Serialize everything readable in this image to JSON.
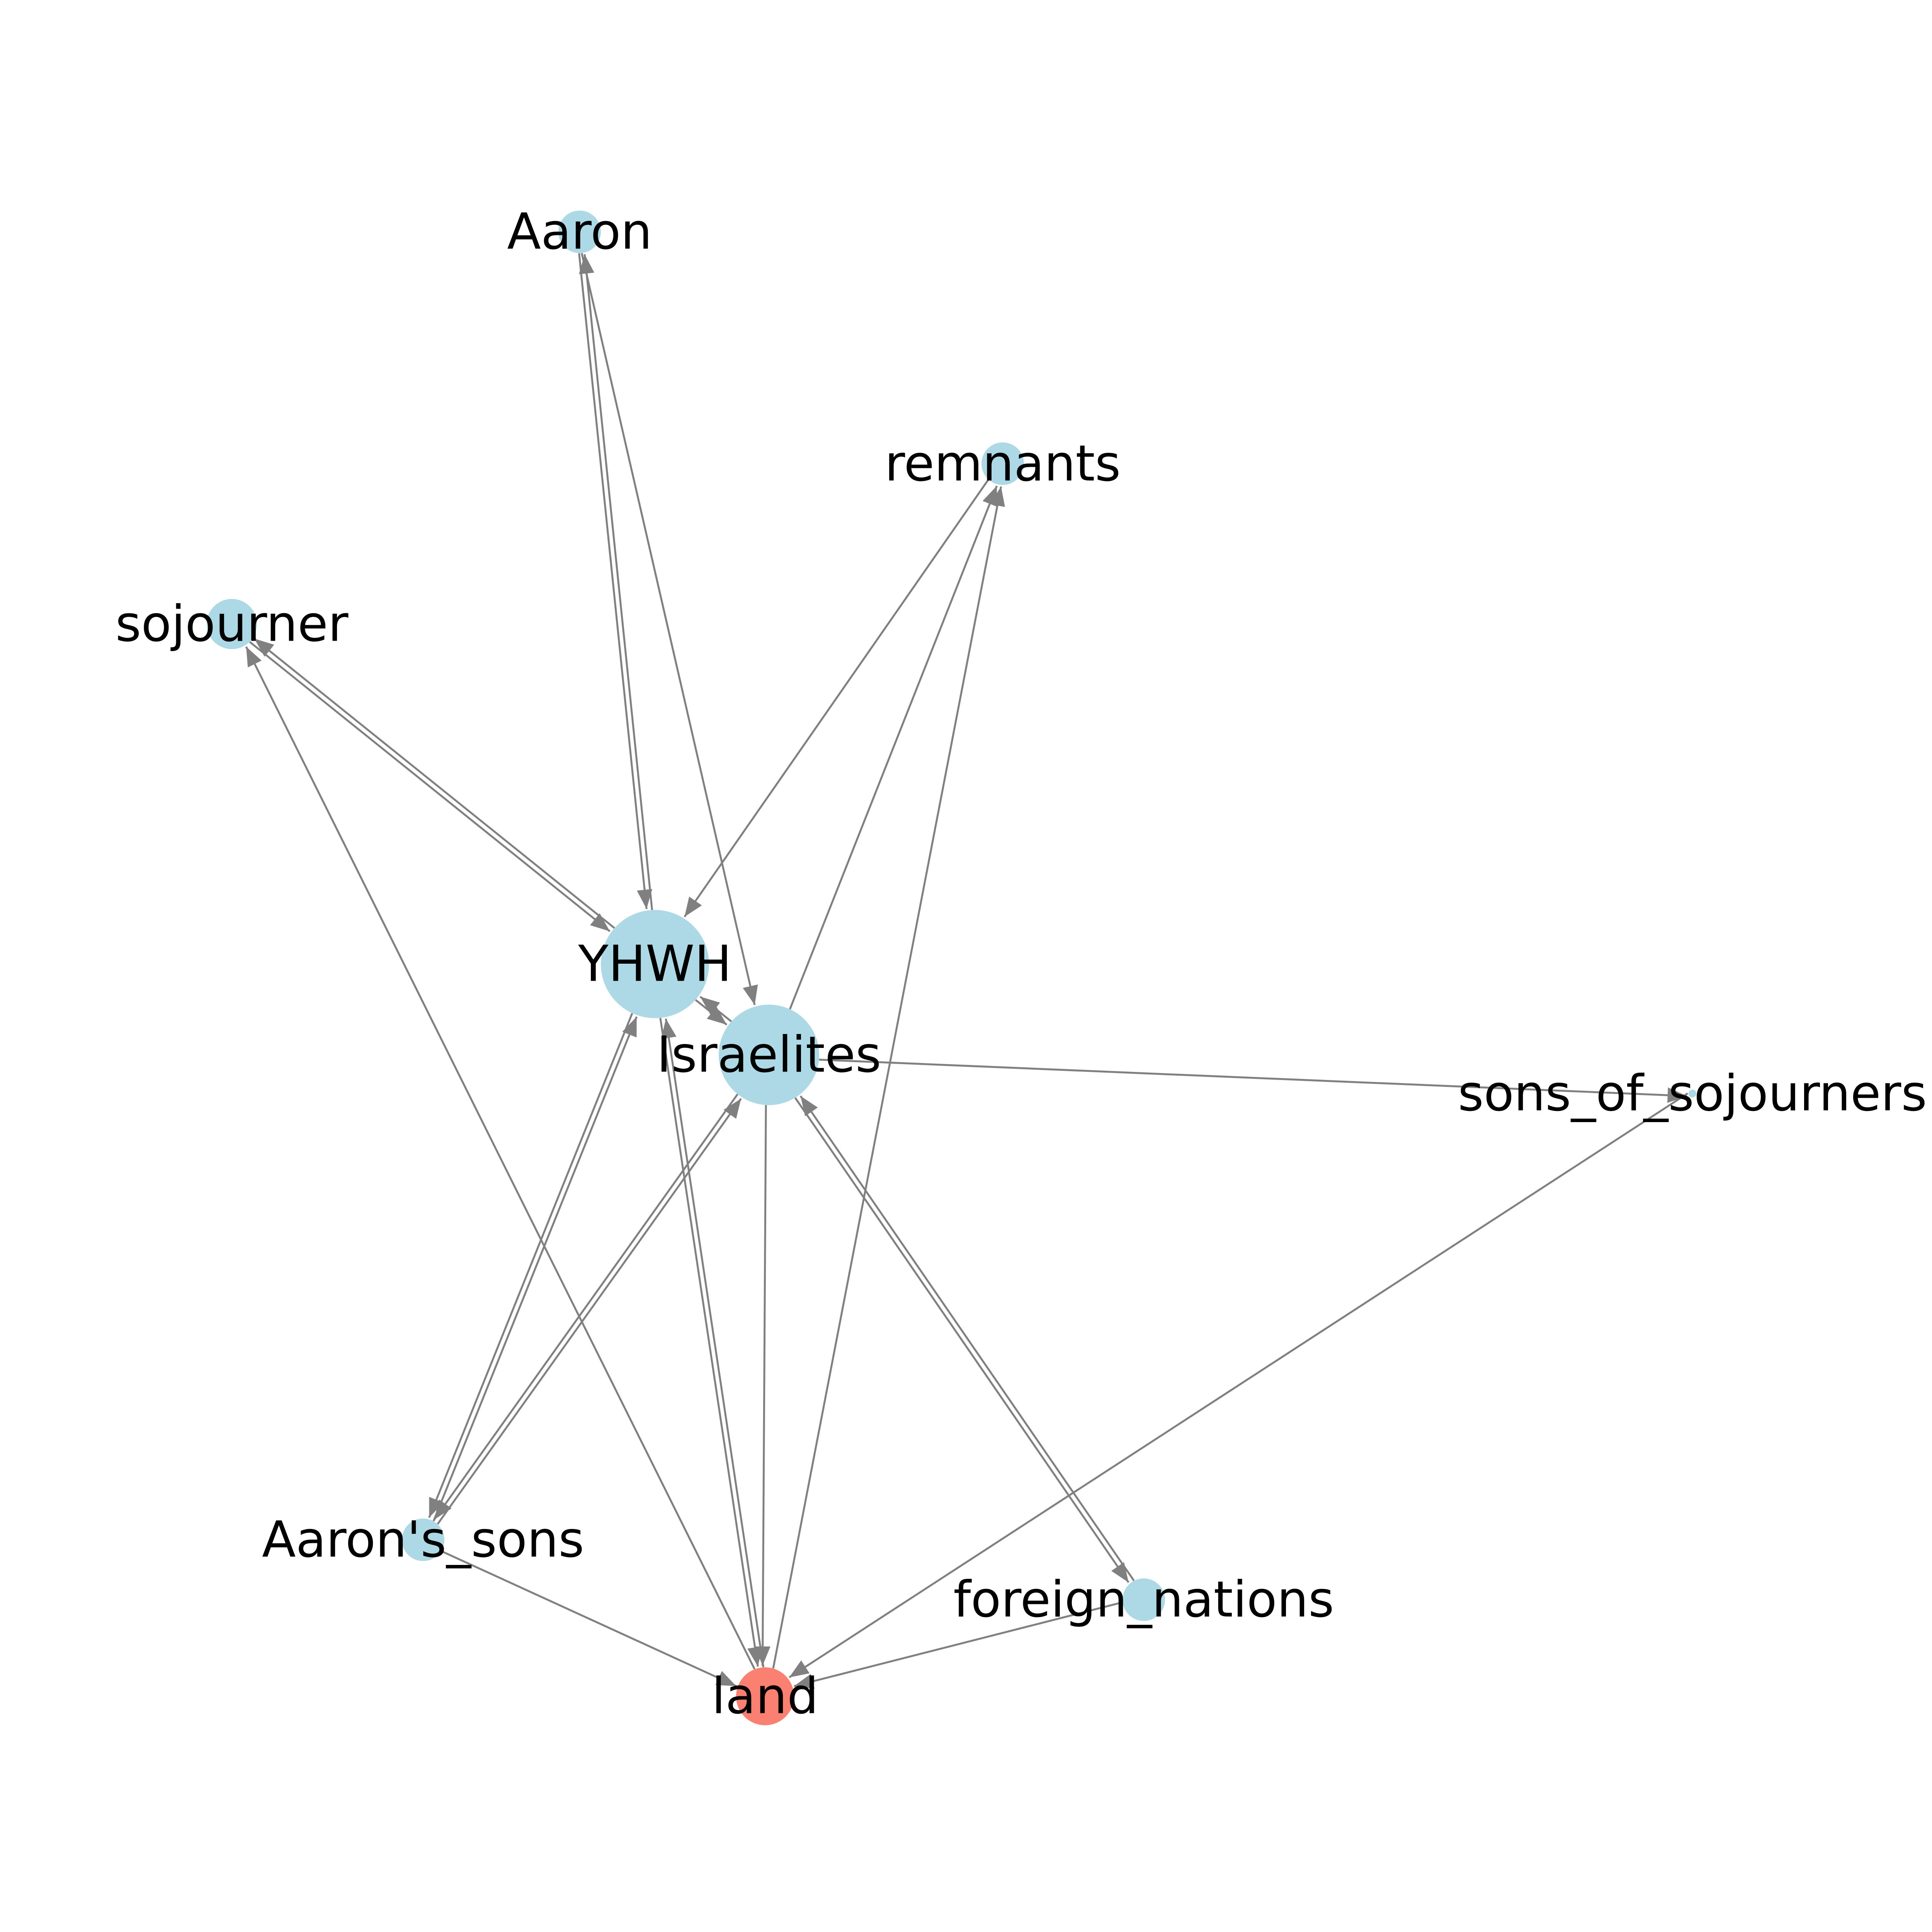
{
  "graph": {
    "directed": true,
    "colors": {
      "default_node": "#add8e6",
      "highlight_node": "#fa8072",
      "edge": "#808080",
      "label": "#000000"
    },
    "nodes": [
      {
        "id": "Aaron",
        "label": "Aaron",
        "highlight": false
      },
      {
        "id": "remnants",
        "label": "remnants",
        "highlight": false
      },
      {
        "id": "sojourner",
        "label": "sojourner",
        "highlight": false
      },
      {
        "id": "YHWH",
        "label": "YHWH",
        "highlight": false
      },
      {
        "id": "Israelites",
        "label": "Israelites",
        "highlight": false
      },
      {
        "id": "sons_of_sojourners",
        "label": "sons_of_sojourners",
        "highlight": false
      },
      {
        "id": "Aarons_sons",
        "label": "Aaron's_sons",
        "highlight": false
      },
      {
        "id": "foreign_nations",
        "label": "foreign_nations",
        "highlight": false
      },
      {
        "id": "land",
        "label": "land",
        "highlight": true
      }
    ],
    "edges": [
      {
        "source": "Aaron",
        "target": "YHWH"
      },
      {
        "source": "YHWH",
        "target": "Aaron"
      },
      {
        "source": "Aaron",
        "target": "Israelites"
      },
      {
        "source": "sojourner",
        "target": "YHWH"
      },
      {
        "source": "YHWH",
        "target": "sojourner"
      },
      {
        "source": "land",
        "target": "sojourner"
      },
      {
        "source": "Israelites",
        "target": "remnants"
      },
      {
        "source": "land",
        "target": "remnants"
      },
      {
        "source": "remnants",
        "target": "YHWH"
      },
      {
        "source": "YHWH",
        "target": "Israelites"
      },
      {
        "source": "Israelites",
        "target": "YHWH"
      },
      {
        "source": "Israelites",
        "target": "land"
      },
      {
        "source": "YHWH",
        "target": "land"
      },
      {
        "source": "land",
        "target": "YHWH"
      },
      {
        "source": "Israelites",
        "target": "Aarons_sons"
      },
      {
        "source": "Aarons_sons",
        "target": "YHWH"
      },
      {
        "source": "YHWH",
        "target": "Aarons_sons"
      },
      {
        "source": "Aarons_sons",
        "target": "Israelites"
      },
      {
        "source": "Israelites",
        "target": "foreign_nations"
      },
      {
        "source": "foreign_nations",
        "target": "Israelites"
      },
      {
        "source": "sons_of_sojourners",
        "target": "land"
      },
      {
        "source": "Aarons_sons",
        "target": "land"
      },
      {
        "source": "foreign_nations",
        "target": "land"
      },
      {
        "source": "Israelites",
        "target": "sons_of_sojourners"
      }
    ]
  }
}
